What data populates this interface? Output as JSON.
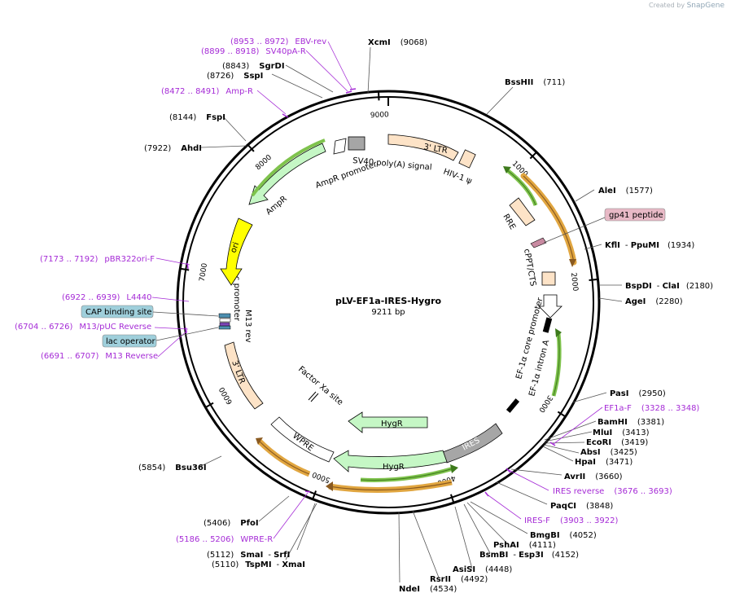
{
  "header": {
    "created_by": "Created by",
    "brand": "SnapGene"
  },
  "plasmid": {
    "name": "pLV-EF1a-IRES-Hygro",
    "length": "9211 bp",
    "total_bp": 9211
  },
  "ticks": [
    {
      "bp": 1000,
      "label": "1000"
    },
    {
      "bp": 2000,
      "label": "2000"
    },
    {
      "bp": 3000,
      "label": "3000"
    },
    {
      "bp": 4000,
      "label": "4000"
    },
    {
      "bp": 5000,
      "label": "5000"
    },
    {
      "bp": 6000,
      "label": "6000"
    },
    {
      "bp": 7000,
      "label": "7000"
    },
    {
      "bp": 8000,
      "label": "8000"
    },
    {
      "bp": 9000,
      "label": "9000"
    }
  ],
  "sites": [
    {
      "name": "XcmI",
      "pos": "(9068)"
    },
    {
      "name": "BssHII",
      "pos": "(711)"
    },
    {
      "name": "AleI",
      "pos": "(1577)"
    },
    {
      "name": "KflI",
      "name2": "PpuMI",
      "pos": "(1934)"
    },
    {
      "name": "BspDI",
      "name2": "ClaI",
      "pos": "(2180)"
    },
    {
      "name": "AgeI",
      "pos": "(2280)"
    },
    {
      "name": "PasI",
      "pos": "(2950)"
    },
    {
      "name": "BamHI",
      "pos": "(3381)"
    },
    {
      "name": "MluI",
      "pos": "(3413)"
    },
    {
      "name": "EcoRI",
      "pos": "(3419)"
    },
    {
      "name": "AbsI",
      "pos": "(3425)"
    },
    {
      "name": "HpaI",
      "pos": "(3471)"
    },
    {
      "name": "AvrII",
      "pos": "(3660)"
    },
    {
      "name": "PaqCI",
      "pos": "(3848)"
    },
    {
      "name": "BmgBI",
      "pos": "(4052)"
    },
    {
      "name": "PshAI",
      "pos": "(4111)"
    },
    {
      "name": "BsmBI",
      "name2": "Esp3I",
      "pos": "(4152)"
    },
    {
      "name": "AsiSI",
      "pos": "(4448)"
    },
    {
      "name": "RsrII",
      "pos": "(4492)"
    },
    {
      "name": "NdeI",
      "pos": "(4534)"
    },
    {
      "name": "SmaI",
      "name2": "SrfI",
      "pos": "(5112)"
    },
    {
      "name": "TspMI",
      "name2": "XmaI",
      "pos": "(5110)"
    },
    {
      "name": "PfoI",
      "pos": "(5406)"
    },
    {
      "name": "Bsu36I",
      "pos": "(5854)"
    },
    {
      "name": "AhdI",
      "pos": "(7922)"
    },
    {
      "name": "FspI",
      "pos": "(8144)"
    },
    {
      "name": "SspI",
      "pos": "(8726)"
    },
    {
      "name": "SgrDI",
      "pos": "(8843)"
    }
  ],
  "primers": [
    {
      "range": "(8953 .. 8972)",
      "name": "EBV-rev"
    },
    {
      "range": "(8899 .. 8918)",
      "name": "SV40pA-R"
    },
    {
      "range": "(8472 .. 8491)",
      "name": "Amp-R"
    },
    {
      "name": "EF1a-F",
      "range": "(3328 .. 3348)"
    },
    {
      "name": "IRES reverse",
      "range": "(3676 .. 3693)"
    },
    {
      "name": "IRES-F",
      "range": "(3903 .. 3922)"
    },
    {
      "range": "(7173 .. 7192)",
      "name": "pBR322ori-F"
    },
    {
      "range": "(6922 .. 6939)",
      "name": "L4440"
    },
    {
      "range": "(6704 .. 6726)",
      "name": "M13/pUC Reverse"
    },
    {
      "range": "(6691 .. 6707)",
      "name": "M13 Reverse"
    },
    {
      "range": "(5186 .. 5206)",
      "name": "WPRE-R"
    }
  ],
  "boxed_features": [
    {
      "name": "gp41 peptide",
      "color": "#e8b9c6"
    },
    {
      "name": "CAP binding site",
      "color": "#9fcfdb"
    },
    {
      "name": "lac operator",
      "color": "#9fcfdb"
    }
  ],
  "features": [
    {
      "name": "3' LTR"
    },
    {
      "name": "HIV-1 ψ"
    },
    {
      "name": "RRE"
    },
    {
      "name": "cPPT/CTS"
    },
    {
      "name": "EF-1α core promoter"
    },
    {
      "name": "EF-1α intron A"
    },
    {
      "name": "IRES"
    },
    {
      "name": "HygR"
    },
    {
      "name": "HygR"
    },
    {
      "name": "WPRE"
    },
    {
      "name": "3' LTR"
    },
    {
      "name": "Factor Xa site"
    },
    {
      "name": "M13 rev"
    },
    {
      "name": "lac promoter"
    },
    {
      "name": "ori"
    },
    {
      "name": "AmpR"
    },
    {
      "name": "AmpR promoter"
    },
    {
      "name": "SV40 poly(A) signal"
    }
  ],
  "colors": {
    "site": "#000000",
    "primer": "#a52bd6",
    "ltr": "#fde3c7",
    "promoter": "#ffffff",
    "ori": "#ffff00",
    "ampr": "#c5f7c5",
    "hygr": "#c5f7c5",
    "ires": "#a6a6a6",
    "orange_arc": "#e1a640",
    "green_arc": "#7fc34d"
  }
}
